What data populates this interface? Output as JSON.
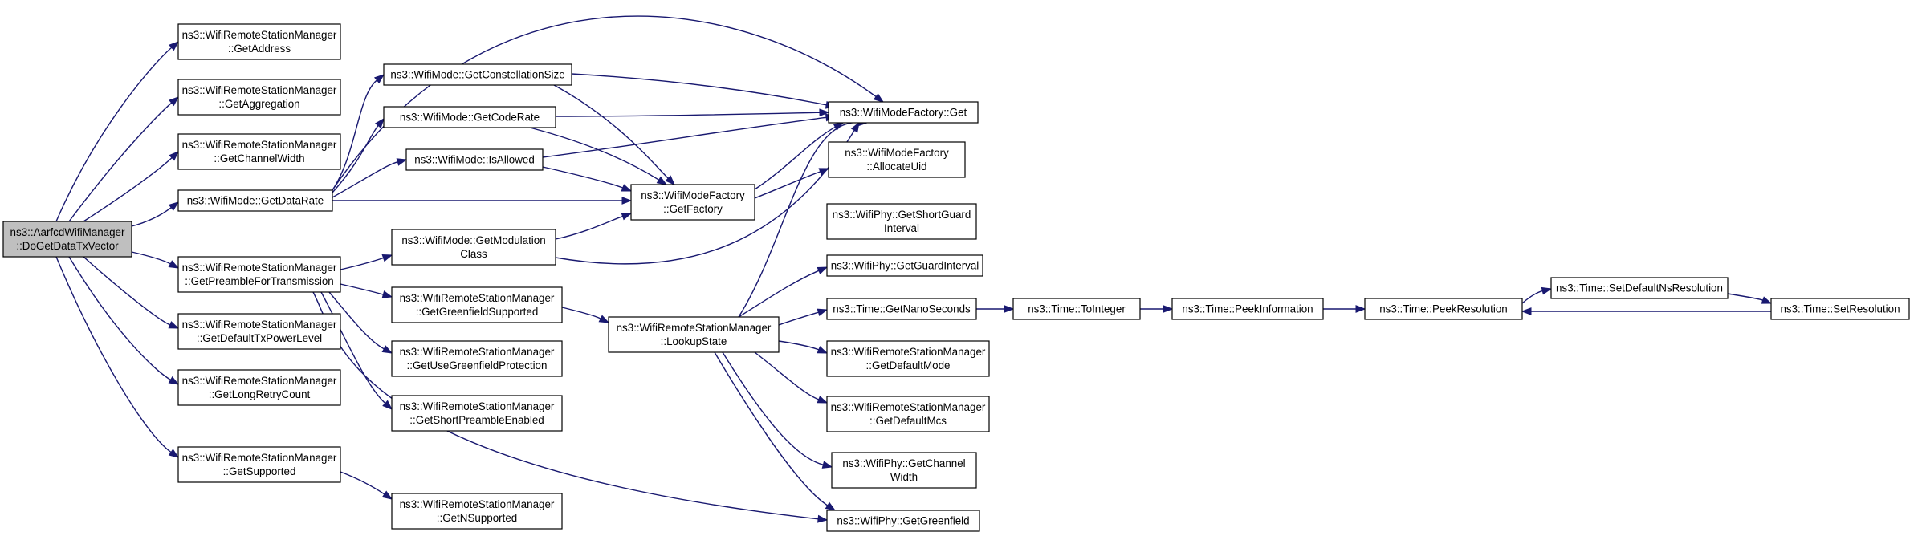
{
  "colors": {
    "root_fill": "#bfbfbf",
    "node_fill": "#ffffff",
    "edge": "#191970",
    "border": "#000000"
  },
  "nodes": {
    "root": [
      "ns3::AarfcdWifiManager",
      "::DoGetDataTxVector"
    ],
    "getAddress": [
      "ns3::WifiRemoteStationManager",
      "::GetAddress"
    ],
    "getAggregation": [
      "ns3::WifiRemoteStationManager",
      "::GetAggregation"
    ],
    "getChannelWidth": [
      "ns3::WifiRemoteStationManager",
      "::GetChannelWidth"
    ],
    "getDataRate": [
      "ns3::WifiMode::GetDataRate"
    ],
    "getPreamble": [
      "ns3::WifiRemoteStationManager",
      "::GetPreambleForTransmission"
    ],
    "getDefaultTxPower": [
      "ns3::WifiRemoteStationManager",
      "::GetDefaultTxPowerLevel"
    ],
    "getLongRetry": [
      "ns3::WifiRemoteStationManager",
      "::GetLongRetryCount"
    ],
    "getSupported": [
      "ns3::WifiRemoteStationManager",
      "::GetSupported"
    ],
    "getConstellation": [
      "ns3::WifiMode::GetConstellationSize"
    ],
    "getCodeRate": [
      "ns3::WifiMode::GetCodeRate"
    ],
    "isAllowed": [
      "ns3::WifiMode::IsAllowed"
    ],
    "getModClass": [
      "ns3::WifiMode::GetModulation",
      "Class"
    ],
    "getGreenfieldSupported": [
      "ns3::WifiRemoteStationManager",
      "::GetGreenfieldSupported"
    ],
    "getUseGreenfield": [
      "ns3::WifiRemoteStationManager",
      "::GetUseGreenfieldProtection"
    ],
    "getShortPreamble": [
      "ns3::WifiRemoteStationManager",
      "::GetShortPreambleEnabled"
    ],
    "getNSupported": [
      "ns3::WifiRemoteStationManager",
      "::GetNSupported"
    ],
    "factoryGet": [
      "ns3::WifiModeFactory::Get"
    ],
    "factoryGetFactory": [
      "ns3::WifiModeFactory",
      "::GetFactory"
    ],
    "allocateUid": [
      "ns3::WifiModeFactory",
      "::AllocateUid"
    ],
    "lookupState": [
      "ns3::WifiRemoteStationManager",
      "::LookupState"
    ],
    "getShortGuard": [
      "ns3::WifiPhy::GetShortGuard",
      "Interval"
    ],
    "getGuardInterval": [
      "ns3::WifiPhy::GetGuardInterval"
    ],
    "getNanoSeconds": [
      "ns3::Time::GetNanoSeconds"
    ],
    "getDefaultMode": [
      "ns3::WifiRemoteStationManager",
      "::GetDefaultMode"
    ],
    "getDefaultMcs": [
      "ns3::WifiRemoteStationManager",
      "::GetDefaultMcs"
    ],
    "phyGetChannelWidth": [
      "ns3::WifiPhy::GetChannel",
      "Width"
    ],
    "phyGetGreenfield": [
      "ns3::WifiPhy::GetGreenfield"
    ],
    "toInteger": [
      "ns3::Time::ToInteger"
    ],
    "peekInformation": [
      "ns3::Time::PeekInformation"
    ],
    "peekResolution": [
      "ns3::Time::PeekResolution"
    ],
    "setDefaultNs": [
      "ns3::Time::SetDefaultNsResolution"
    ],
    "setResolution": [
      "ns3::Time::SetResolution"
    ]
  },
  "edges": [
    [
      "root",
      "getAddress"
    ],
    [
      "root",
      "getAggregation"
    ],
    [
      "root",
      "getChannelWidth"
    ],
    [
      "root",
      "getDataRate"
    ],
    [
      "root",
      "getPreamble"
    ],
    [
      "root",
      "getDefaultTxPower"
    ],
    [
      "root",
      "getLongRetry"
    ],
    [
      "root",
      "getSupported"
    ],
    [
      "getDataRate",
      "getConstellation"
    ],
    [
      "getDataRate",
      "getCodeRate"
    ],
    [
      "getDataRate",
      "isAllowed"
    ],
    [
      "getDataRate",
      "factoryGet"
    ],
    [
      "getDataRate",
      "factoryGetFactory"
    ],
    [
      "getConstellation",
      "factoryGet"
    ],
    [
      "getConstellation",
      "factoryGetFactory"
    ],
    [
      "getCodeRate",
      "factoryGet"
    ],
    [
      "getCodeRate",
      "factoryGetFactory"
    ],
    [
      "isAllowed",
      "factoryGet"
    ],
    [
      "isAllowed",
      "factoryGetFactory"
    ],
    [
      "getModClass",
      "factoryGetFactory"
    ],
    [
      "getModClass",
      "factoryGet"
    ],
    [
      "factoryGetFactory",
      "factoryGet"
    ],
    [
      "factoryGetFactory",
      "allocateUid"
    ],
    [
      "getPreamble",
      "getModClass"
    ],
    [
      "getPreamble",
      "getGreenfieldSupported"
    ],
    [
      "getPreamble",
      "getUseGreenfield"
    ],
    [
      "getPreamble",
      "getShortPreamble"
    ],
    [
      "getPreamble",
      "phyGetGreenfield"
    ],
    [
      "getGreenfieldSupported",
      "lookupState"
    ],
    [
      "getSupported",
      "getNSupported"
    ],
    [
      "lookupState",
      "getShortGuard"
    ],
    [
      "lookupState",
      "getGuardInterval"
    ],
    [
      "lookupState",
      "getNanoSeconds"
    ],
    [
      "lookupState",
      "getDefaultMode"
    ],
    [
      "lookupState",
      "getDefaultMcs"
    ],
    [
      "lookupState",
      "phyGetChannelWidth"
    ],
    [
      "lookupState",
      "phyGetGreenfield"
    ],
    [
      "getNanoSeconds",
      "toInteger"
    ],
    [
      "toInteger",
      "peekInformation"
    ],
    [
      "peekInformation",
      "peekResolution"
    ],
    [
      "peekResolution",
      "setDefaultNs"
    ],
    [
      "setDefaultNs",
      "setResolution"
    ],
    [
      "setResolution",
      "peekResolution"
    ]
  ]
}
